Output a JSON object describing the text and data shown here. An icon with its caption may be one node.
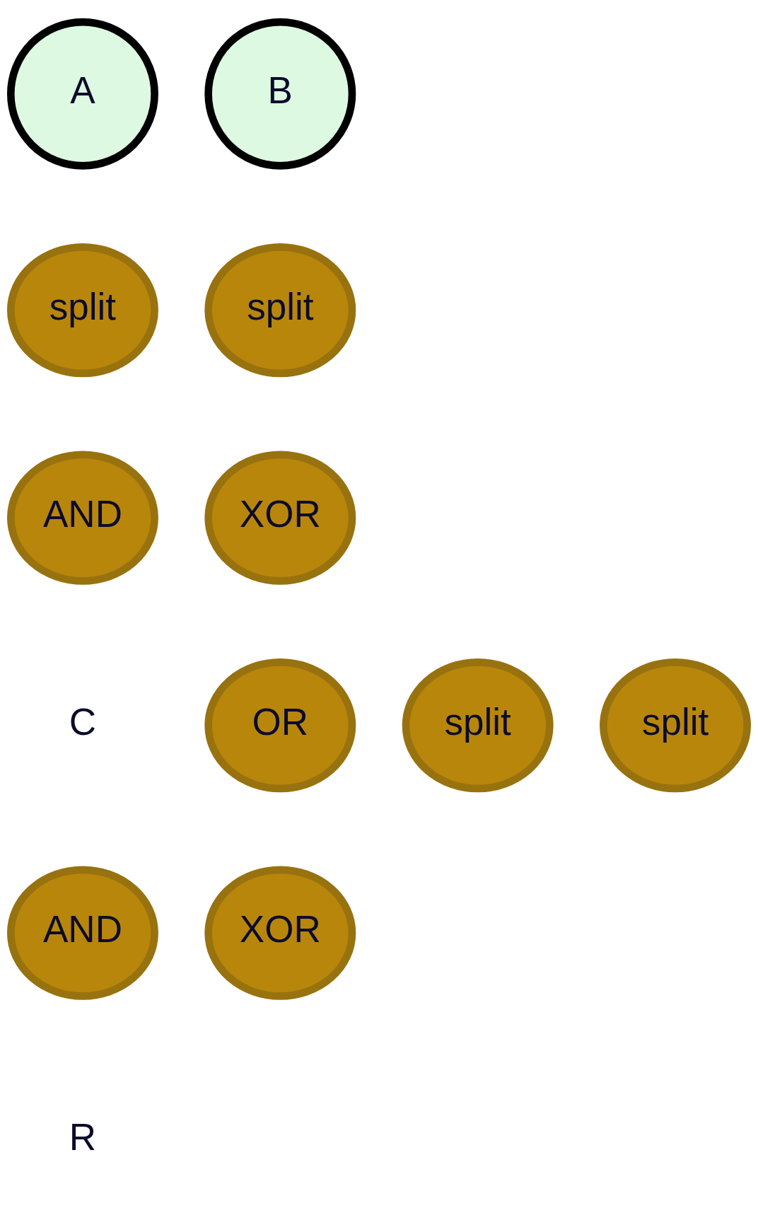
{
  "diagram": {
    "nodes": [
      {
        "text": [
          "A"
        ]
      },
      {
        "text": [
          "B"
        ]
      },
      {
        "text": [
          "split"
        ]
      },
      {
        "text": [
          "split"
        ]
      },
      {
        "text": [
          "AND"
        ]
      },
      {
        "text": [
          "XOR"
        ]
      },
      {
        "text": [
          "OR"
        ]
      },
      {
        "text": [
          "split"
        ]
      },
      {
        "text": [
          "split"
        ]
      },
      {
        "text": [
          "AND"
        ]
      },
      {
        "text": [
          "XOR"
        ]
      }
    ],
    "edges": [],
    "labels": [
      "C",
      "R"
    ]
  }
}
